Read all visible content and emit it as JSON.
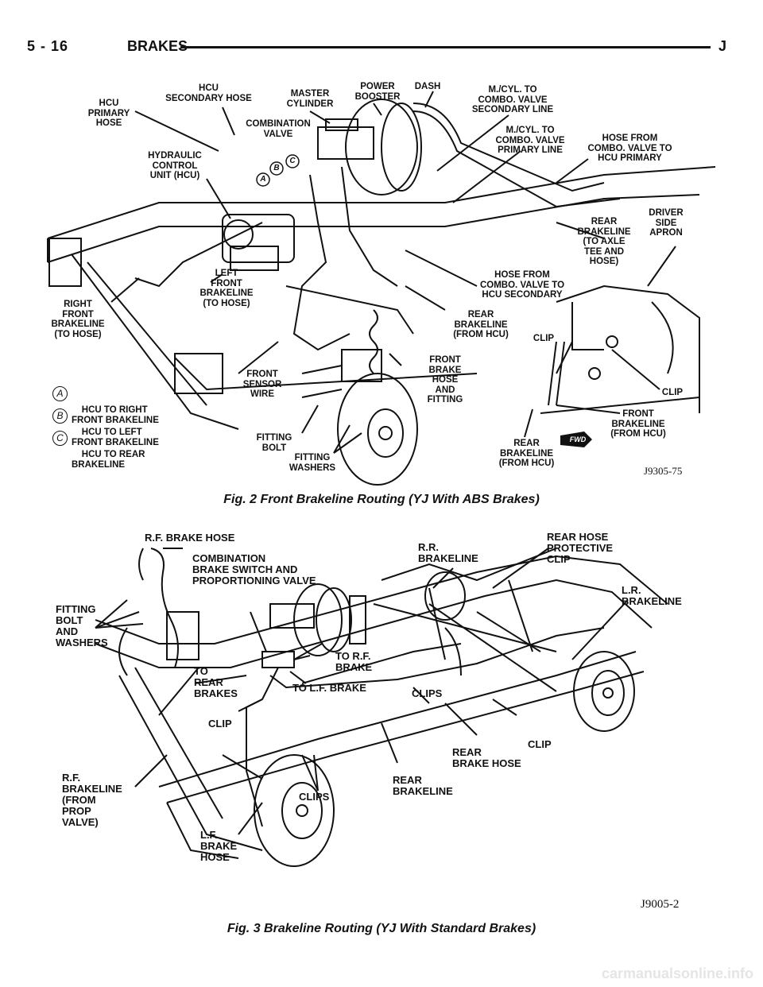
{
  "header": {
    "page_number": "5 - 16",
    "section": "BRAKES",
    "manual_code": "J"
  },
  "fig2": {
    "caption": "Fig. 2 Front Brakeline Routing (YJ With ABS Brakes)",
    "figure_id": "J9305-75",
    "labels": {
      "hcu_primary_hose": "HCU\nPRIMARY\nHOSE",
      "hcu_secondary_hose": "HCU\nSECONDARY HOSE",
      "master_cylinder": "MASTER\nCYLINDER",
      "power_booster": "POWER\nBOOSTER",
      "dash": "DASH",
      "mcyl_secondary": "M./CYL. TO\nCOMBO. VALVE\nSECONDARY LINE",
      "combination_valve": "COMBINATION\nVALVE",
      "mcyl_primary": "M./CYL. TO\nCOMBO. VALVE\nPRIMARY LINE",
      "hose_from_combo_primary": "HOSE FROM\nCOMBO. VALVE TO\nHCU PRIMARY",
      "hcu_unit": "HYDRAULIC\nCONTROL\nUNIT (HCU)",
      "rear_brakeline_axle": "REAR\nBRAKELINE\n(TO AXLE\nTEE AND\nHOSE)",
      "driver_side_apron": "DRIVER\nSIDE\nAPRON",
      "left_front_brakeline": "LEFT\nFRONT\nBRAKELINE\n(TO HOSE)",
      "hose_from_combo_secondary": "HOSE FROM\nCOMBO. VALVE TO\nHCU SECONDARY",
      "right_front_brakeline": "RIGHT\nFRONT\nBRAKELINE\n(TO HOSE)",
      "rear_brakeline_from_hcu": "REAR\nBRAKELINE\n(FROM HCU)",
      "clip_1": "CLIP",
      "front_brake_hose": "FRONT\nBRAKE\nHOSE\nAND\nFITTING",
      "front_sensor_wire": "FRONT\nSENSOR\nWIRE",
      "clip_2": "CLIP",
      "front_brakeline_from_hcu": "FRONT\nBRAKELINE\n(FROM HCU)",
      "fitting_bolt": "FITTING\nBOLT",
      "fitting_washers": "FITTING\nWASHERS",
      "rear_brakeline_from_hcu_2": "REAR\nBRAKELINE\n(FROM HCU)",
      "fwd": "FWD",
      "callout_a": "A",
      "callout_b": "B",
      "callout_c": "C"
    },
    "legend": [
      {
        "key": "A",
        "text": "HCU TO RIGHT\nFRONT BRAKELINE"
      },
      {
        "key": "B",
        "text": "HCU TO LEFT\nFRONT BRAKELINE"
      },
      {
        "key": "C",
        "text": "HCU TO REAR\nBRAKELINE"
      }
    ]
  },
  "fig3": {
    "caption": "Fig. 3 Brakeline Routing (YJ With Standard Brakes)",
    "figure_id": "J9005-2",
    "labels": {
      "rf_brake_hose": "R.F. BRAKE HOSE",
      "combination_switch": "COMBINATION\nBRAKE SWITCH AND\nPROPORTIONING VALVE",
      "rr_brakeline": "R.R.\nBRAKELINE",
      "rear_hose_clip": "REAR HOSE\nPROTECTIVE\nCLIP",
      "lr_brakeline": "L.R.\nBRAKELINE",
      "fitting_bolt_washers": "FITTING\nBOLT\nAND\nWASHERS",
      "to_rf_brake": "TO R.F.\nBRAKE",
      "to_rear_brakes": "TO\nREAR\nBRAKES",
      "to_lf_brake": "TO L.F. BRAKE",
      "clips_1": "CLIPS",
      "clip_1": "CLIP",
      "clip_2": "CLIP",
      "rear_brake_hose": "REAR\nBRAKE HOSE",
      "rf_brakeline": "R.F.\nBRAKELINE\n(FROM\nPROP\nVALVE)",
      "rear_brakeline": "REAR\nBRAKELINE",
      "clips_2": "CLIPS",
      "lf_brake_hose": "L.F.\nBRAKE\nHOSE"
    }
  },
  "watermark": "carmanualsonline.info"
}
